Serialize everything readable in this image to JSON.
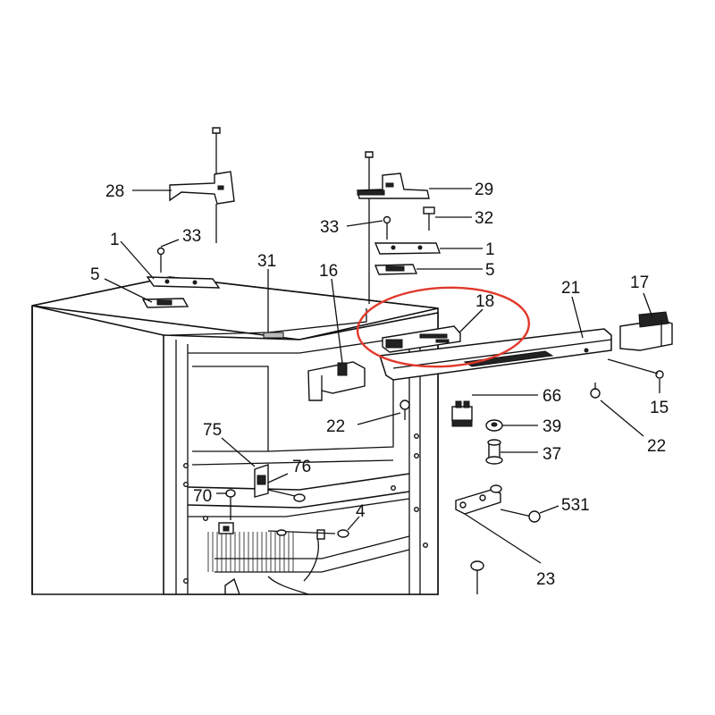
{
  "diagram": {
    "highlight_color": "#e0392b",
    "callouts": [
      {
        "id": "c28",
        "text": "28"
      },
      {
        "id": "c29",
        "text": "29"
      },
      {
        "id": "c33a",
        "text": "33"
      },
      {
        "id": "c1a",
        "text": "1"
      },
      {
        "id": "c5a",
        "text": "5"
      },
      {
        "id": "c33b",
        "text": "33"
      },
      {
        "id": "c32",
        "text": "32"
      },
      {
        "id": "c1b",
        "text": "1"
      },
      {
        "id": "c5b",
        "text": "5"
      },
      {
        "id": "c31",
        "text": "31"
      },
      {
        "id": "c16",
        "text": "16"
      },
      {
        "id": "c18",
        "text": "18"
      },
      {
        "id": "c21",
        "text": "21"
      },
      {
        "id": "c17",
        "text": "17"
      },
      {
        "id": "c66",
        "text": "66"
      },
      {
        "id": "c22a",
        "text": "22"
      },
      {
        "id": "c15",
        "text": "15"
      },
      {
        "id": "c39",
        "text": "39"
      },
      {
        "id": "c22b",
        "text": "22"
      },
      {
        "id": "c37",
        "text": "37"
      },
      {
        "id": "c75",
        "text": "75"
      },
      {
        "id": "c76",
        "text": "76"
      },
      {
        "id": "c70",
        "text": "70"
      },
      {
        "id": "c4",
        "text": "4"
      },
      {
        "id": "c531",
        "text": "531"
      },
      {
        "id": "c23",
        "text": "23"
      }
    ]
  }
}
